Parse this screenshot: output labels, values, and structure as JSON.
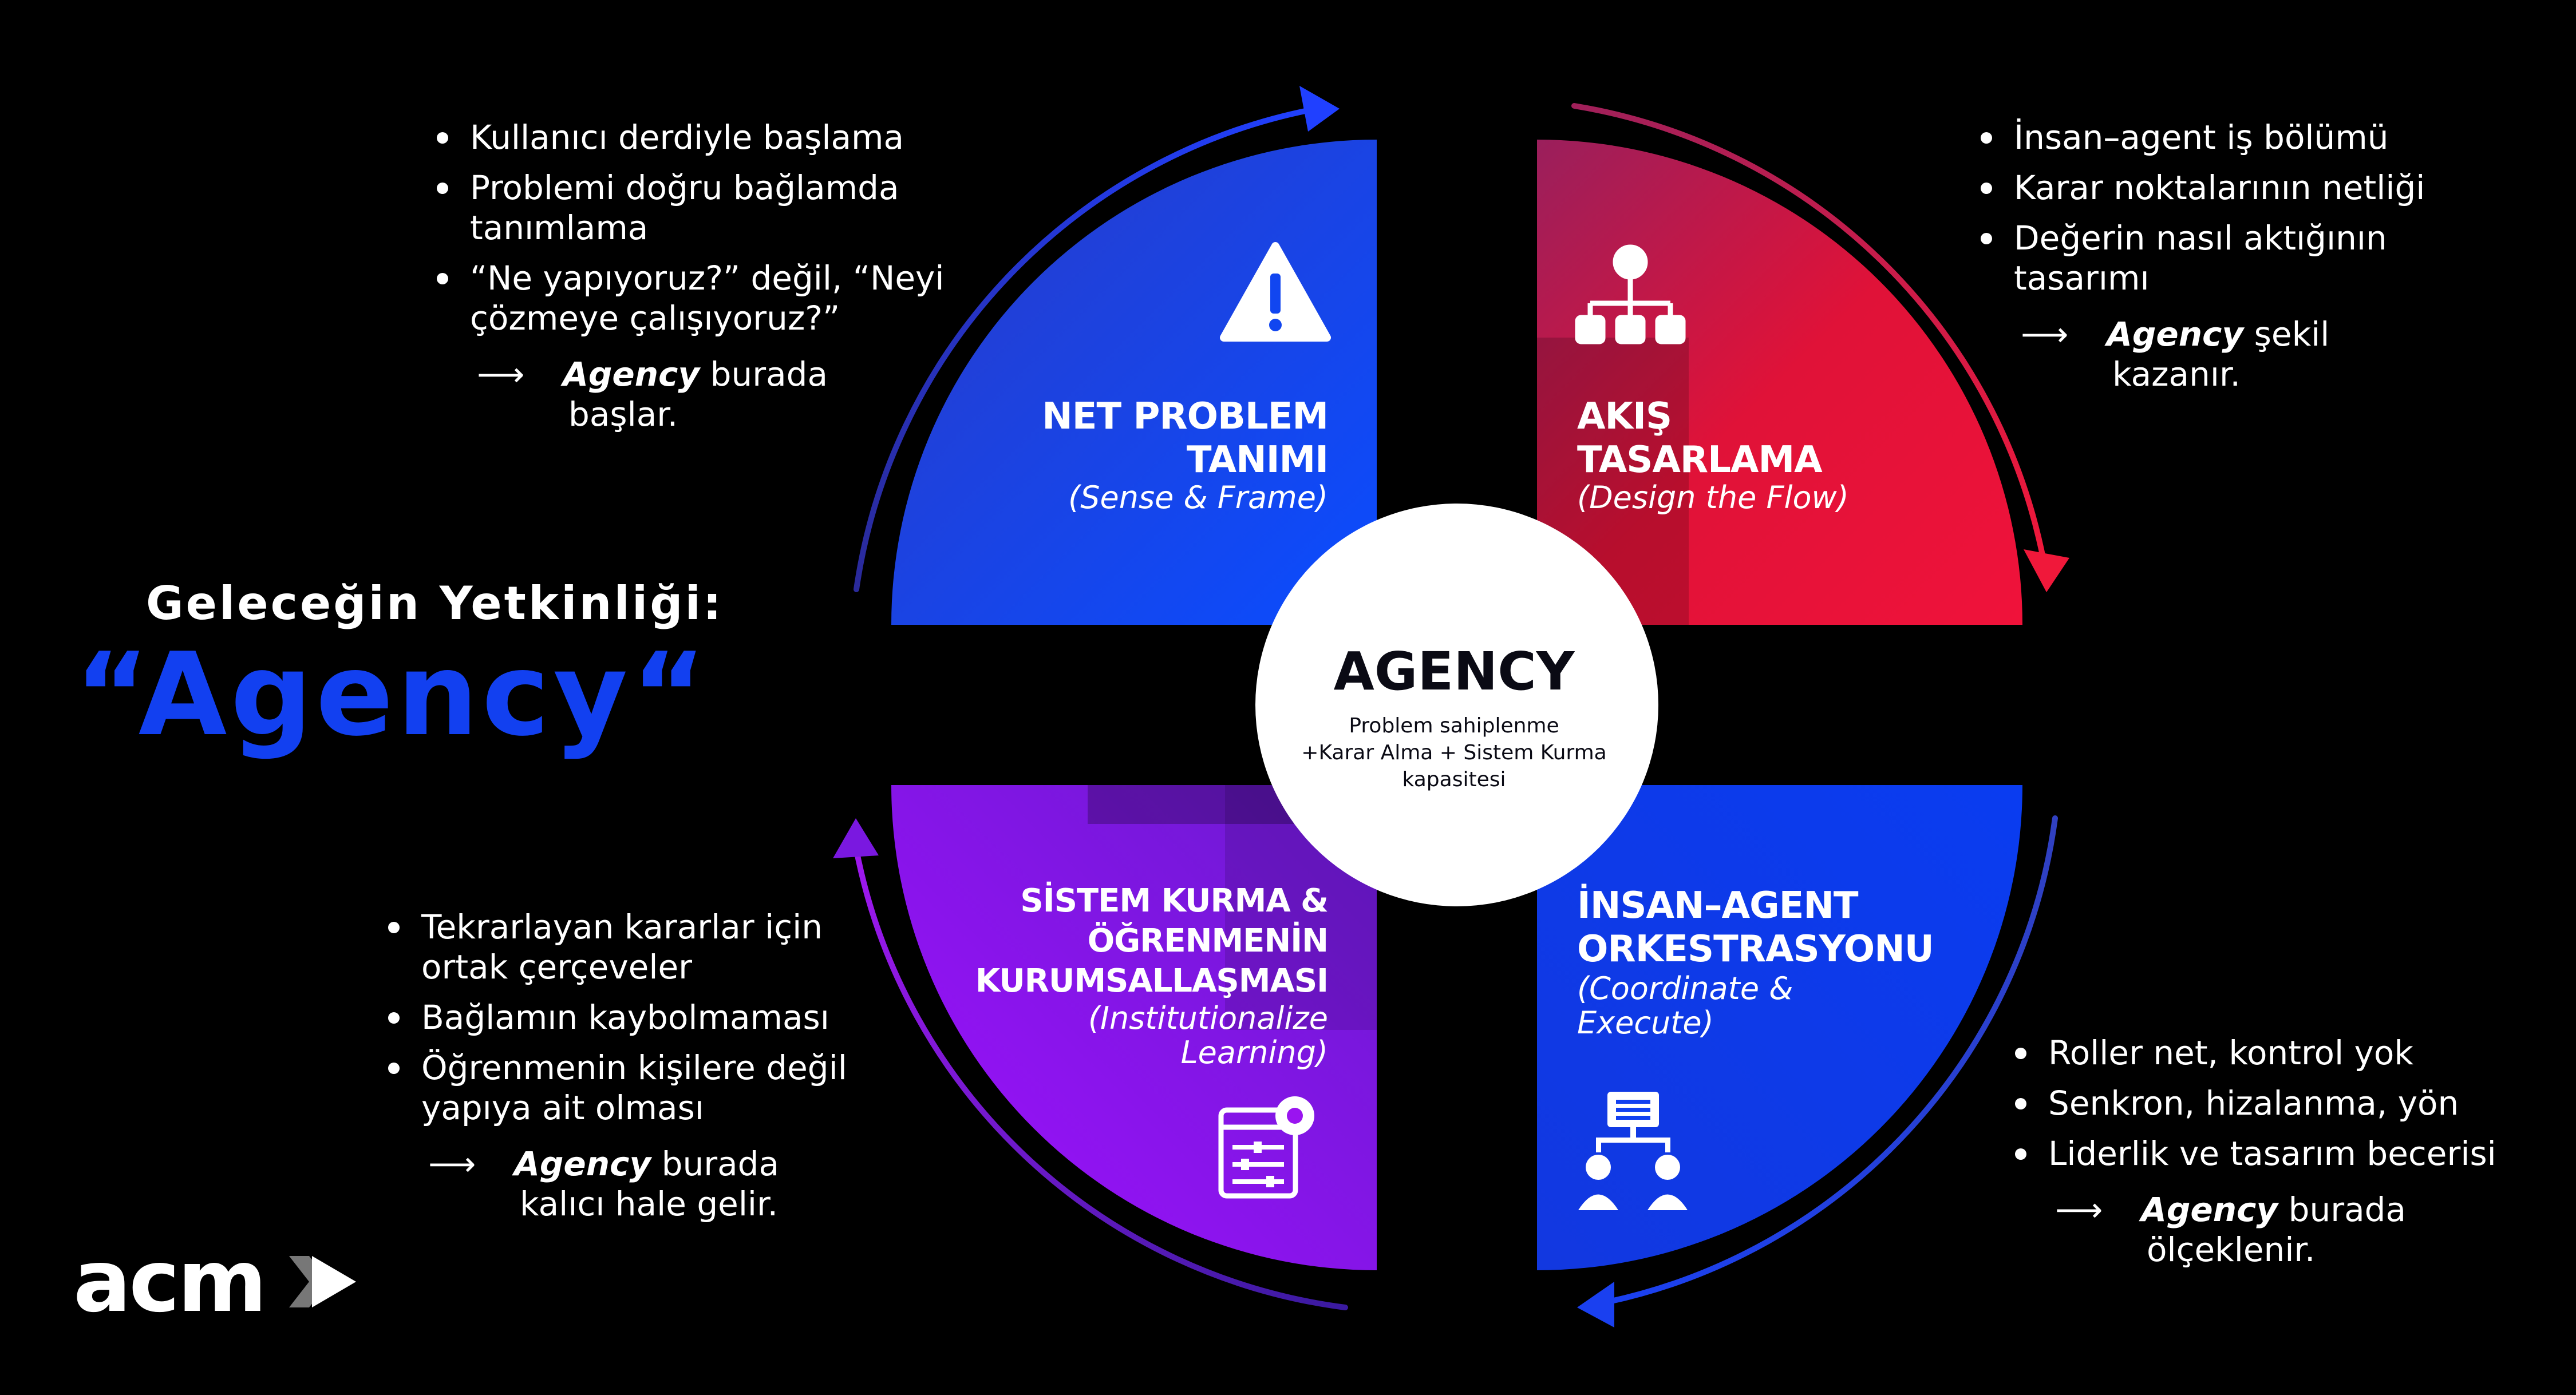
{
  "heading": {
    "line1": "Geleceğin Yetkinliği:",
    "line2": "“Agency“",
    "accent_color": "#1240f0"
  },
  "center": {
    "title": "AGENCY",
    "subtitle_line1": "Problem sahiplenme",
    "subtitle_line2": "+Karar Alma + Sistem Kurma",
    "subtitle_line3": "kapasitesi"
  },
  "quadrants": {
    "top_left": {
      "title_line1": "NET PROBLEM",
      "title_line2": "TANIMI",
      "subtitle": "(Sense & Frame)",
      "icon": "warning-icon",
      "color": "#1146f0"
    },
    "top_right": {
      "title_line1": "AKIŞ",
      "title_line2": "TASARLAMA",
      "subtitle": "(Design the Flow)",
      "icon": "flow-diagram-icon",
      "color": "#e8183a"
    },
    "bottom_left": {
      "title_line1": "SİSTEM KURMA &",
      "title_line2": "ÖĞRENMENİN",
      "title_line3": "KURUMSALLAŞMASI",
      "subtitle_line1": "(Institutionalize",
      "subtitle_line2": "Learning)",
      "icon": "settings-panel-icon",
      "color": "#9a14f0"
    },
    "bottom_right": {
      "title_line1": "İNSAN–AGENT",
      "title_line2": "ORKESTRASYONU",
      "subtitle_line1": "(Coordinate &",
      "subtitle_line2": "Execute)",
      "icon": "team-network-icon",
      "color": "#1240f0"
    }
  },
  "notes": {
    "top_left": {
      "bullets": [
        "Kullanıcı derdiyle başlama",
        "Problemi doğru bağlamda tanımlama",
        "“Ne yapıyoruz?” değil, “Neyi çözmeye çalışıyoruz?”"
      ],
      "keyword": "Agency",
      "rest_line1": " burada",
      "rest_line2": "başlar."
    },
    "top_right": {
      "bullets": [
        "İnsan–agent iş bölümü",
        "Karar noktalarının netliği",
        "Değerin nasıl aktığının tasarımı"
      ],
      "keyword": "Agency",
      "rest_line1": " şekil",
      "rest_line2": "kazanır."
    },
    "bottom_left": {
      "bullets": [
        "Tekrarlayan kararlar için ortak çerçeveler",
        "Bağlamın kaybolmaması",
        "Öğrenmenin kişilere değil yapıya ait olması"
      ],
      "keyword": "Agency",
      "rest_line1": " burada",
      "rest_line2": "kalıcı hale gelir."
    },
    "bottom_right": {
      "bullets": [
        "Roller net, kontrol yok",
        "Senkron, hizalanma, yön",
        "Liderlik ve tasarım becerisi"
      ],
      "keyword": "Agency",
      "rest_line1": " burada",
      "rest_line2": "ölçeklenir."
    }
  },
  "logo": {
    "text": "acm",
    "icon": "play-chevron-icon"
  }
}
